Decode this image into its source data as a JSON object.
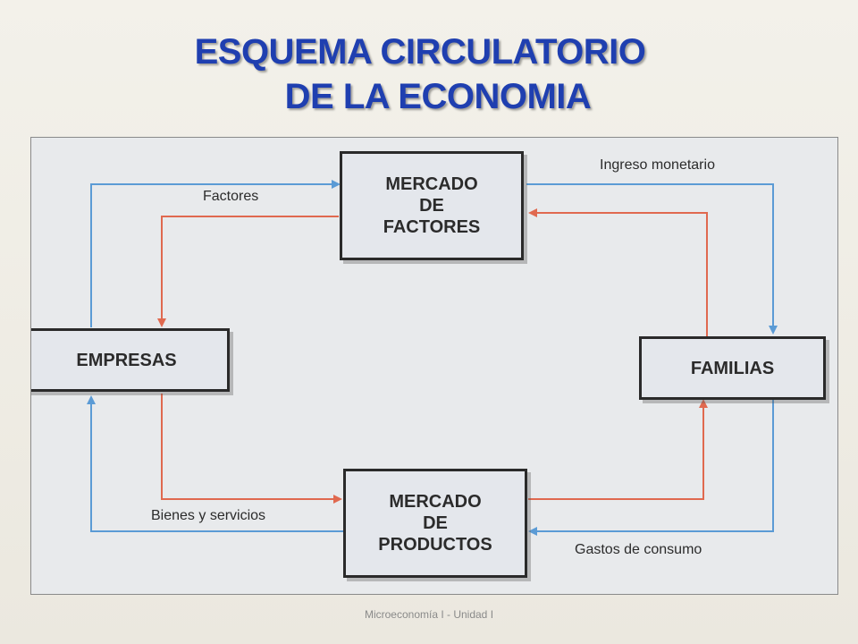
{
  "title": {
    "line1": "ESQUEMA CIRCULATORIO",
    "line2": "DE LA ECONOMIA"
  },
  "nodes": {
    "mercado_factores": [
      "MERCADO",
      "DE",
      "FACTORES"
    ],
    "empresas": "EMPRESAS",
    "familias": "FAMILIAS",
    "mercado_productos": [
      "MERCADO",
      "DE",
      "PRODUCTOS"
    ]
  },
  "flows": {
    "factores": "Factores",
    "ingreso_monetario": "Ingreso monetario",
    "bienes_y_servicios": "Bienes y servicios",
    "gastos_de_consumo": "Gastos de consumo"
  },
  "colors": {
    "title": "#1f3fb0",
    "flow_blue": "#5b9bd5",
    "flow_red": "#e0694f"
  },
  "footer": "Microeconomía I - Unidad I"
}
